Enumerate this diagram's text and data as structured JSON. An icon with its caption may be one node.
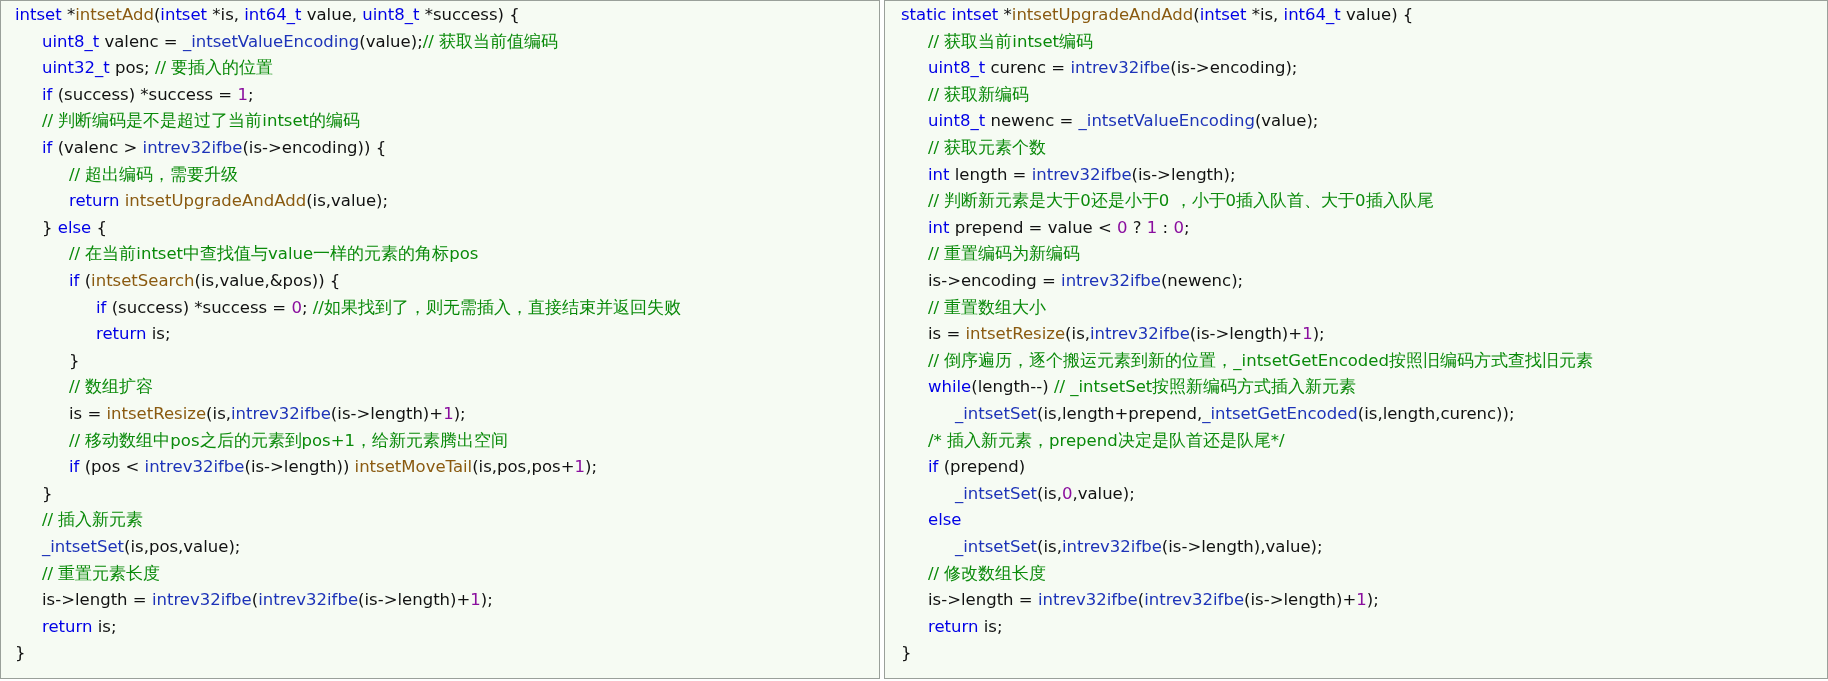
{
  "diagram": {
    "nodes": [
      {
        "text": [
          "intset *intsetAdd(intset *is, int64_t value, uint8_t *success) {",
          "uint8_t valenc = _intsetValueEncoding(value);// 获取当前值编码",
          "uint32_t pos; // 要插入的位置",
          "if (success) *success = 1;",
          "// 判断编码是不是超过了当前intset的编码",
          "if (valenc > intrev32ifbe(is->encoding)) {",
          "// 超出编码，需要升级",
          "return intsetUpgradeAndAdd(is,value);",
          "} else {",
          "// 在当前intset中查找值与value一样的元素的角标pos",
          "if (intsetSearch(is,value,&pos)) {",
          "if (success) *success = 0; //如果找到了，则无需插入，直接结束并返回失败",
          "return is;",
          "}",
          "// 数组扩容",
          "is = intsetResize(is,intrev32ifbe(is->length)+1);",
          "// 移动数组中pos之后的元素到pos+1，给新元素腾出空间",
          "if (pos < intrev32ifbe(is->length)) intsetMoveTail(is,pos,pos+1);",
          "}",
          "// 插入新元素",
          "_intsetSet(is,pos,value);",
          "// 重置元素长度",
          "is->length = intrev32ifbe(intrev32ifbe(is->length)+1);",
          "return is;",
          "}"
        ]
      },
      {
        "text": [
          "static intset *intsetUpgradeAndAdd(intset *is, int64_t value) {",
          "// 获取当前intset编码",
          "uint8_t curenc = intrev32ifbe(is->encoding);",
          "// 获取新编码",
          "uint8_t newenc = _intsetValueEncoding(value);",
          "// 获取元素个数",
          "int length = intrev32ifbe(is->length);",
          "// 判断新元素是大于0还是小于0 ，小于0插入队首、大于0插入队尾",
          "int prepend = value < 0 ? 1 : 0;",
          "// 重置编码为新编码",
          "is->encoding = intrev32ifbe(newenc);",
          "// 重置数组大小",
          "is = intsetResize(is,intrev32ifbe(is->length)+1);",
          "// 倒序遍历，逐个搬运元素到新的位置，_intsetGetEncoded按照旧编码方式查找旧元素",
          "while(length--) // _intsetSet按照新编码方式插入新元素",
          "_intsetSet(is,length+prepend,_intsetGetEncoded(is,length,curenc));",
          "/* 插入新元素，prepend决定是队首还是队尾*/",
          "if (prepend)",
          "_intsetSet(is,0,value);",
          "else",
          "_intsetSet(is,intrev32ifbe(is->length),value);",
          "// 修改数组长度",
          "is->length = intrev32ifbe(intrev32ifbe(is->length)+1);",
          "return is;",
          "}"
        ]
      }
    ]
  }
}
